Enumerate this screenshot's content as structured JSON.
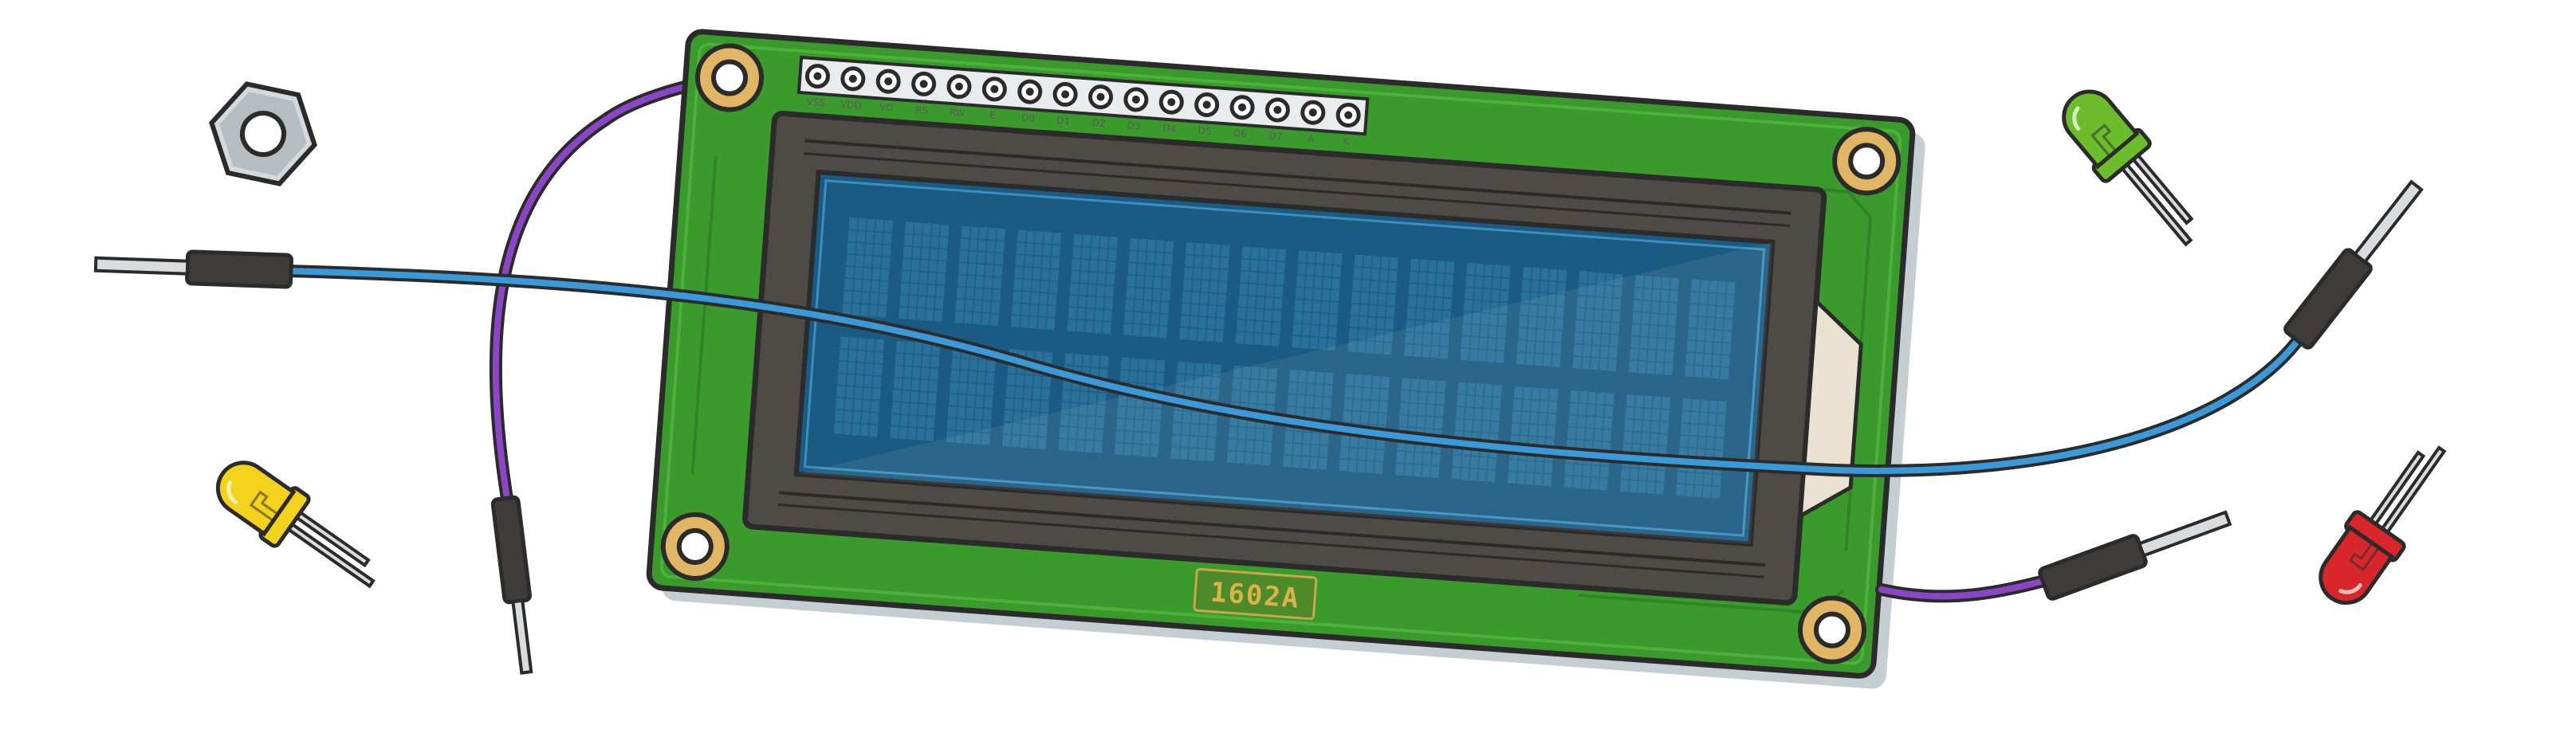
{
  "lcd": {
    "model_label": "1602A",
    "pins": [
      "VSS",
      "VDD",
      "VO",
      "RS",
      "RW",
      "E",
      "D0",
      "D1",
      "D2",
      "D3",
      "D4",
      "D5",
      "D6",
      "D7",
      "A",
      "K"
    ],
    "character_rows": 2,
    "characters_per_row": 16
  },
  "leds": [
    {
      "name": "yellow-led",
      "color": "#f2d21b"
    },
    {
      "name": "green-led",
      "color": "#6cbd2b"
    },
    {
      "name": "red-led",
      "color": "#d9262a"
    }
  ],
  "wires": [
    {
      "name": "blue-jumper-wire",
      "color": "#3a9ad9"
    },
    {
      "name": "purple-jumper-wire",
      "color": "#8a46c4"
    }
  ],
  "colors": {
    "pcb": "#3a9a2c",
    "pcb_edge": "#2b7a21",
    "bezel": "#4e4a46",
    "screen": "#1b5a82",
    "screen_cell": "#2f7aa3",
    "mount_ring": "#e0b564",
    "outline": "#2b2b2b"
  }
}
